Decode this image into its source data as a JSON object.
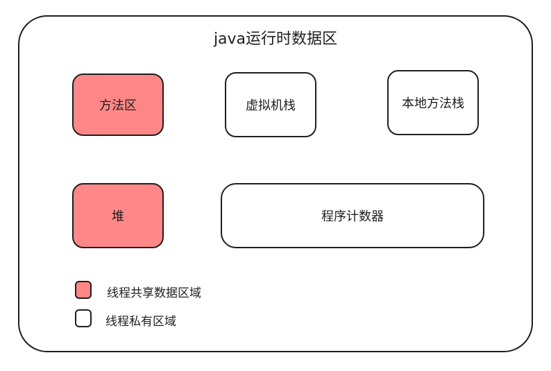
{
  "title": "java运行时数据区",
  "colors": {
    "shared": "#ff8787",
    "private": "#ffffff",
    "stroke": "#1e1e1e"
  },
  "regions": {
    "method_area": "方法区",
    "vm_stack": "虚拟机栈",
    "native_stack": "本地方法栈",
    "heap": "堆",
    "program_counter": "程序计数器"
  },
  "legend": {
    "shared_label": "线程共享数据区域",
    "private_label": "线程私有区域"
  }
}
